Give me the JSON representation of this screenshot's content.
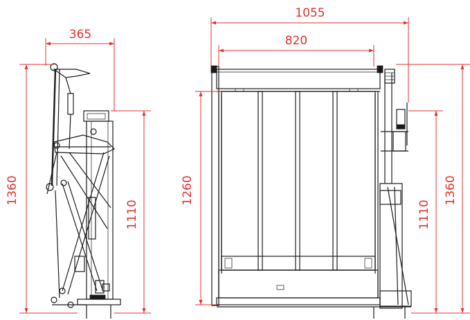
{
  "colors": {
    "dimension": "#e03030",
    "line": "#1a1a1a",
    "background": "#ffffff"
  },
  "dimensions": {
    "side_width": "365",
    "side_total_height": "1360",
    "side_body_height": "1110",
    "front_overall_width": "1055",
    "front_inner_width": "820",
    "front_height": "1260",
    "front_body_height": "1110",
    "front_total_height": "1360"
  }
}
